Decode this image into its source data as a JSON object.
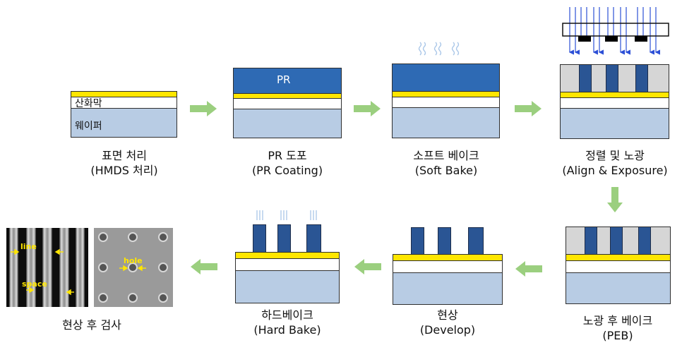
{
  "steps": {
    "s1": {
      "title": "표면 처리",
      "sub": "(HMDS 처리)",
      "oxide_label": "산화막",
      "wafer_label": "웨이퍼"
    },
    "s2": {
      "title": "PR 도포",
      "sub": "(PR Coating)",
      "pr_label": "PR"
    },
    "s3": {
      "title": "소프트 베이크",
      "sub": "(Soft Bake)"
    },
    "s4": {
      "title": "정렬 및 노광",
      "sub": "(Align & Exposure)"
    },
    "s5": {
      "title": "노광 후 베이크",
      "sub": "(PEB)"
    },
    "s6": {
      "title": "현상",
      "sub": "(Develop)"
    },
    "s7": {
      "title": "하드베이크",
      "sub": "(Hard Bake)"
    },
    "s8": {
      "title": "현상 후 검사"
    }
  },
  "sem": {
    "line_label": "line",
    "space_label": "space",
    "hole_label": "hole"
  },
  "colors": {
    "arrow": "#9bcf7f",
    "pr": "#2e6ab4",
    "yellow_layer": "#ffe600",
    "wafer": "#b8cce4",
    "exposure_rays": "#2c4fd6",
    "label_yellow": "#ffe600"
  }
}
